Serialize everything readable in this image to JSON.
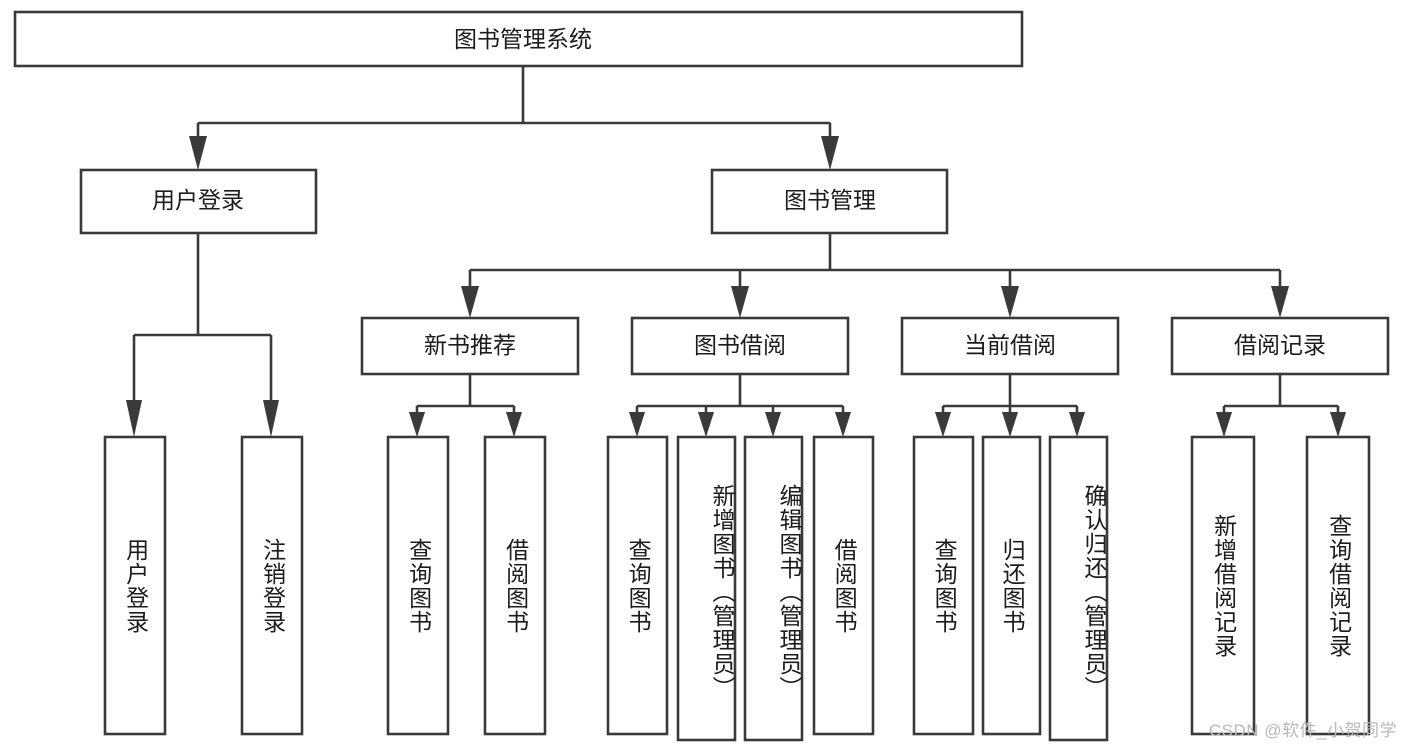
{
  "diagram": {
    "title": "图书管理系统",
    "watermark": "CSDN @软件_小贺同学",
    "colors": {
      "stroke": "#3a3a3a",
      "fill": "#ffffff",
      "text": "#1c1c1c",
      "watermark": "#b9b9b9"
    },
    "root": {
      "label": "图书管理系统"
    },
    "level2": [
      {
        "label": "用户登录"
      },
      {
        "label": "图书管理"
      }
    ],
    "level3": [
      {
        "label": "新书推荐"
      },
      {
        "label": "图书借阅"
      },
      {
        "label": "当前借阅"
      },
      {
        "label": "借阅记录"
      }
    ],
    "leaves": {
      "user_login": [
        {
          "label": "用户登录"
        },
        {
          "label": "注销登录"
        }
      ],
      "new_book_recommend": [
        {
          "label": "查询图书"
        },
        {
          "label": "借阅图书"
        }
      ],
      "book_borrow": [
        {
          "label": "查询图书"
        },
        {
          "label": "新增图书（管理员）"
        },
        {
          "label": "编辑图书（管理员）"
        },
        {
          "label": "借阅图书"
        }
      ],
      "current_borrow": [
        {
          "label": "查询图书"
        },
        {
          "label": "归还图书"
        },
        {
          "label": "确认归还（管理员）"
        }
      ],
      "borrow_record": [
        {
          "label": "新增借阅记录"
        },
        {
          "label": "查询借阅记录"
        }
      ]
    }
  }
}
